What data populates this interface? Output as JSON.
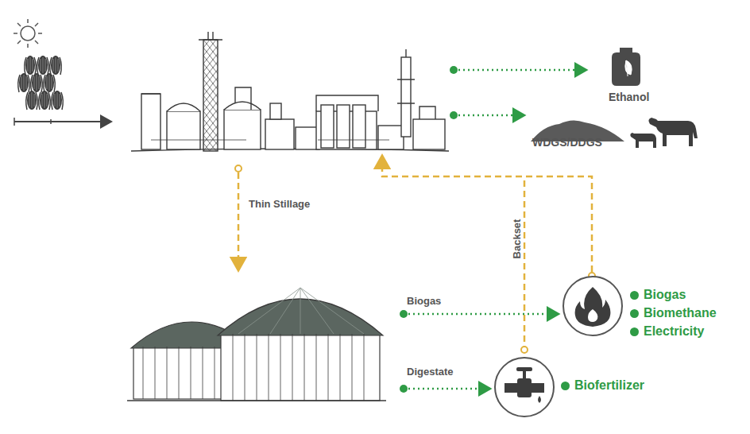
{
  "diagram": {
    "nodes": [
      {
        "text": [
          "Ethanol"
        ]
      },
      {
        "text": [
          "WDGS/DDGS"
        ]
      },
      {
        "text": [
          "Biogas",
          "Biomethane",
          "Electricity"
        ]
      },
      {
        "text": [
          "Biofertilizer"
        ]
      }
    ],
    "labels": [
      "Thin Stillage",
      "Backset",
      "Biogas",
      "Digestate"
    ]
  }
}
